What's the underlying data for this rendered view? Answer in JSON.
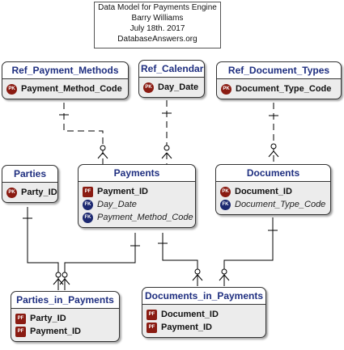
{
  "title": {
    "line1": "Data Model for Payments Engine",
    "line2": "Barry Williams",
    "line3": "July 18th. 2017",
    "line4": "DatabaseAnswers.org"
  },
  "key_badges": {
    "pk": "PK",
    "fk": "FK",
    "pf": "PF"
  },
  "colors": {
    "header_text": "#1f2f80",
    "pk_badge": "#8a1b12",
    "fk_badge": "#1c2870",
    "body_bg": "#ececec"
  },
  "entities": {
    "ref_payment_methods": {
      "name": "Ref_Payment_Methods",
      "attrs": [
        {
          "name": "Payment_Method_Code",
          "key": "PK"
        }
      ]
    },
    "ref_calendar": {
      "name": "Ref_Calendar",
      "attrs": [
        {
          "name": "Day_Date",
          "key": "PK"
        }
      ]
    },
    "ref_document_types": {
      "name": "Ref_Document_Types",
      "attrs": [
        {
          "name": "Document_Type_Code",
          "key": "PK"
        }
      ]
    },
    "parties": {
      "name": "Parties",
      "attrs": [
        {
          "name": "Party_ID",
          "key": "PK"
        }
      ]
    },
    "payments": {
      "name": "Payments",
      "attrs": [
        {
          "name": "Payment_ID",
          "key": "PF"
        },
        {
          "name": "Day_Date",
          "key": "FK"
        },
        {
          "name": "Payment_Method_Code",
          "key": "FK"
        }
      ]
    },
    "documents": {
      "name": "Documents",
      "attrs": [
        {
          "name": "Document_ID",
          "key": "PK"
        },
        {
          "name": "Document_Type_Code",
          "key": "FK"
        }
      ]
    },
    "parties_in_payments": {
      "name": "Parties_in_Payments",
      "attrs": [
        {
          "name": "Party_ID",
          "key": "PF"
        },
        {
          "name": "Payment_ID",
          "key": "PF"
        }
      ]
    },
    "documents_in_payments": {
      "name": "Documents_in_Payments",
      "attrs": [
        {
          "name": "Document_ID",
          "key": "PF"
        },
        {
          "name": "Payment_ID",
          "key": "PF"
        }
      ]
    }
  }
}
